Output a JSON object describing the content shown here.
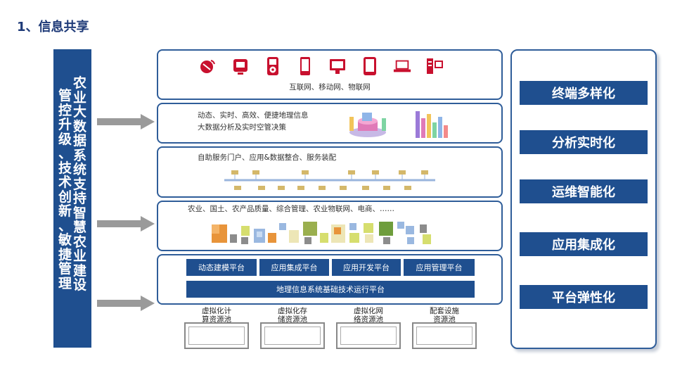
{
  "title": "1、信息共享",
  "left_bar": {
    "col1_chars": [
      "农",
      "业",
      "大",
      "数",
      "据",
      "系",
      "统",
      "支",
      "持",
      "智",
      "慧",
      "农",
      "业",
      "建",
      "设"
    ],
    "col2_chars": [
      "管",
      "控",
      "升",
      "级",
      "、",
      "技",
      "术",
      "创",
      "新",
      "、",
      "敏",
      "捷",
      "管",
      "理"
    ]
  },
  "panels": {
    "devices": {
      "caption": "互联网、移动网、物联网",
      "icons": [
        "satellite-dish-icon",
        "tv-icon",
        "ipod-icon",
        "smartphone-icon",
        "desktop-monitor-icon",
        "tablet-icon",
        "laptop-icon",
        "server-icon"
      ]
    },
    "analysis": {
      "line1": "动态、实时、高效、便捷地理信息",
      "line2": "大数据分析及实时空管决策"
    },
    "service": {
      "caption": "自助服务门户、应用&数据整合、服务装配"
    },
    "domains": {
      "caption": "农业、国土、农产品质量、综合管理、农业物联网、电商、……"
    },
    "platform": {
      "buttons": [
        "动态建模平台",
        "应用集成平台",
        "应用开发平台",
        "应用管理平台"
      ],
      "base": "地理信息系统基础技术运行平台"
    }
  },
  "pools": [
    {
      "line1": "虚拟化计",
      "line2": "算资源池"
    },
    {
      "line1": "虚拟化存",
      "line2": "储资源池"
    },
    {
      "line1": "虚拟化网",
      "line2": "络资源池"
    },
    {
      "line1": "配套设施",
      "line2": "资源池"
    }
  ],
  "features": [
    "终端多样化",
    "分析实时化",
    "运维智能化",
    "应用集成化",
    "平台弹性化"
  ],
  "colors": {
    "navy": "#1f4f8f",
    "title": "#1e3a78",
    "panel_border": "#2f5d99",
    "arrow": "#9a9a9a",
    "icon_red": "#c8102e"
  }
}
